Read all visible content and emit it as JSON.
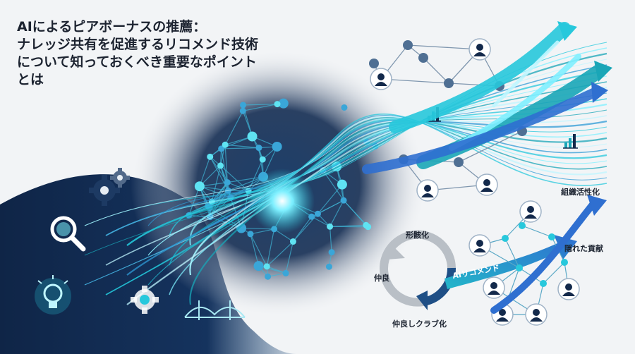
{
  "title_lines": [
    "AIによるピアボーナスの推薦：",
    "ナレッジ共有を促進するリコメンド技術",
    "について知っておくべき重要なポイント",
    "とは"
  ],
  "cycle": {
    "top": "形骸化",
    "left": "仲良",
    "bottom": "仲良しクラブ化",
    "arrow": "AIリコメンド"
  },
  "outcomes": {
    "top": "組織活性化",
    "side": "隠れた貢献"
  },
  "colors": {
    "navy": "#13294b",
    "cyan": "#27c8dc",
    "teal": "#1aa6b7",
    "blue": "#2f6fd0",
    "background": "#f2f4f6"
  },
  "icons": [
    "gear-icon",
    "magnifier-icon",
    "lightbulb-icon",
    "bridge-icon",
    "person-icon",
    "bar-chart-icon",
    "cycle-arrows-icon",
    "growth-arrow-icon"
  ]
}
